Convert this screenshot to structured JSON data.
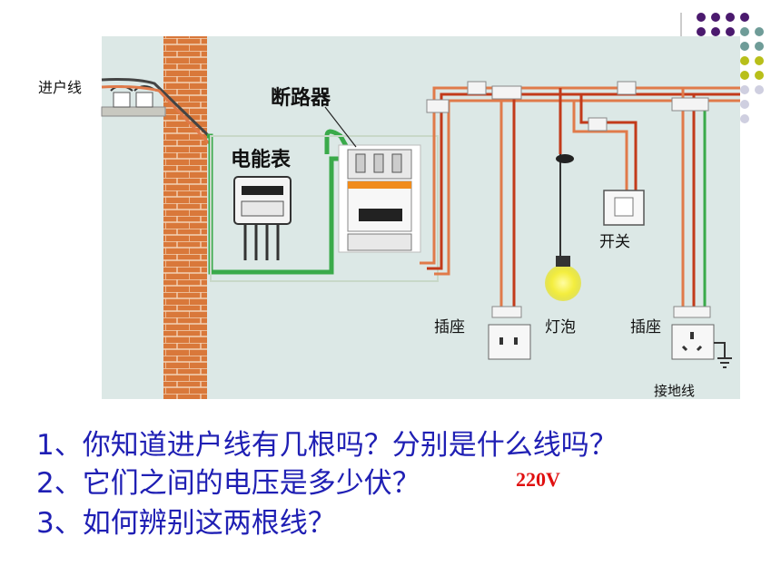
{
  "diagram": {
    "labels": {
      "incoming_line": "进户线",
      "circuit_breaker": "断路器",
      "energy_meter": "电能表",
      "switch": "开关",
      "socket_left": "插座",
      "bulb": "灯泡",
      "socket_right": "插座",
      "ground_wire": "接地线"
    }
  },
  "questions": [
    "1、你知道进户线有几根吗？分别是什么线吗？",
    "2、它们之间的电压是多少伏？",
    "3、如何辨别这两根线？"
  ],
  "answer": "220V",
  "colors": {
    "background_panel": "#dce8e6",
    "brick": "#d9783a",
    "wire_live": "#e07a4a",
    "wire_green": "#3aaa4a",
    "question_text": "#1f1fb4",
    "answer_text": "#e01010",
    "dot_purple": "#4b1a6e",
    "dot_teal": "#6f9c98",
    "dot_olive": "#b8bf1a",
    "dot_lavender": "#cfcfe0"
  }
}
